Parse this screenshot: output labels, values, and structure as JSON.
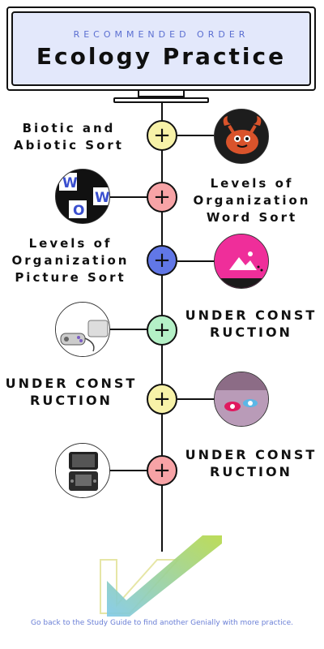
{
  "header": {
    "subtitle": "RECOMMENDED ORDER",
    "title": "Ecology Practice"
  },
  "nodes": [
    {
      "label": "Biotic and Abiotic Sort",
      "symbol": "+",
      "color": "#f7f2a8",
      "icon": "crab-icon"
    },
    {
      "label": "Levels of Organization Word Sort",
      "symbol": "+",
      "color": "#f7a3a6",
      "icon": "word-tiles-icon"
    },
    {
      "label": "Levels of Organization Picture Sort",
      "symbol": "+",
      "color": "#6177e6",
      "icon": "picture-icon"
    },
    {
      "label": "UNDER CONSTRUCTION",
      "symbol": "+",
      "color": "#b4f0c6",
      "icon": "game-controller-icon"
    },
    {
      "label": "UNDER CONSTRUCTION",
      "symbol": "+",
      "color": "#f7f2a8",
      "icon": "fidget-spinner-icon"
    },
    {
      "label": "UNDER CONSTRUCTION",
      "symbol": "+",
      "color": "#f7a3a6",
      "icon": "handheld-console-icon"
    }
  ],
  "footer": {
    "text": "Go back to the Study Guide to find another Genially with more practice."
  },
  "colors": {
    "accent_blue": "#5b6fd1",
    "screen_bg": "#e3e8fb",
    "picture_pink": "#ef2e9a",
    "crab_red": "#d9532b"
  }
}
